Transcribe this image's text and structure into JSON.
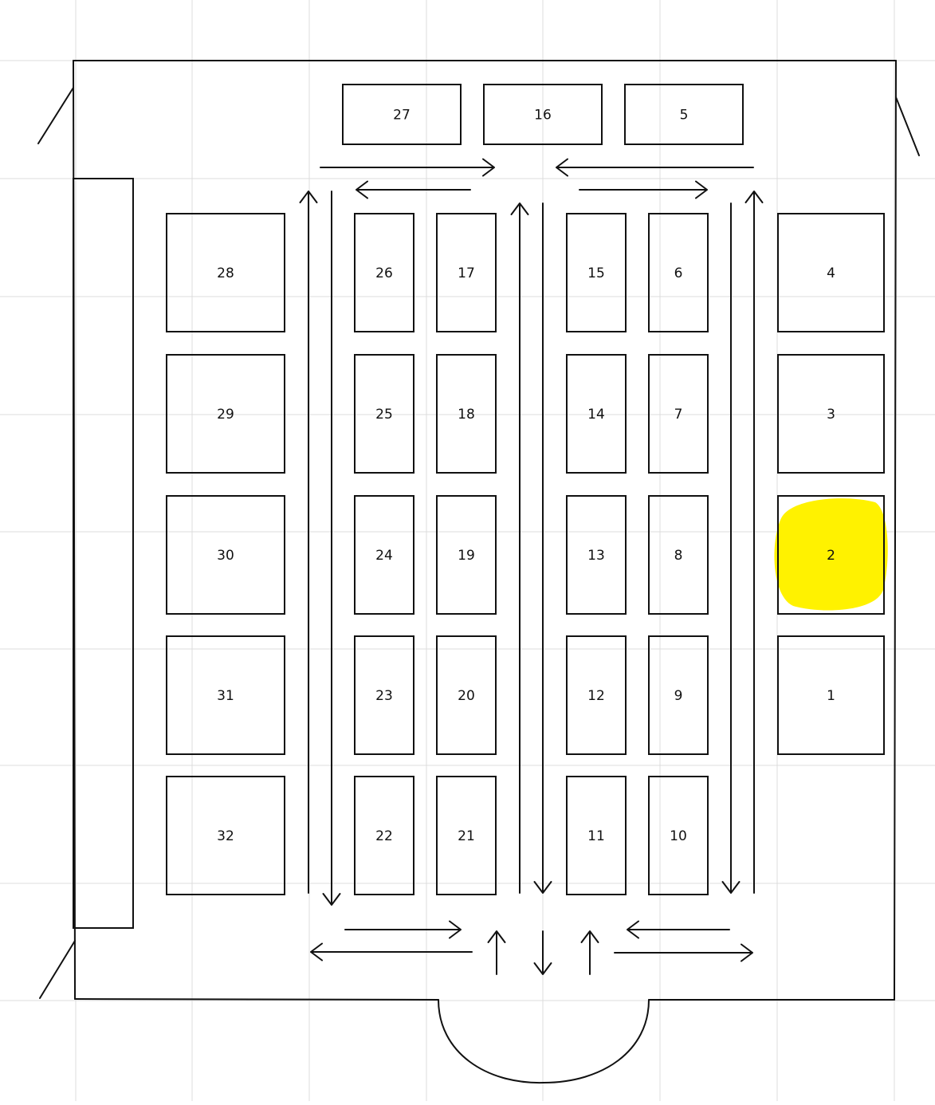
{
  "colors": {
    "ink": "#111111",
    "grid": "#dcdcdc",
    "highlight": "#fff200",
    "background": "#ffffff"
  },
  "highlighted_booth": "2",
  "booths": [
    "27",
    "16",
    "5",
    "28",
    "26",
    "17",
    "15",
    "6",
    "4",
    "29",
    "25",
    "18",
    "14",
    "7",
    "3",
    "30",
    "24",
    "19",
    "13",
    "8",
    "2",
    "31",
    "23",
    "20",
    "12",
    "9",
    "1",
    "32",
    "22",
    "21",
    "11",
    "10"
  ]
}
